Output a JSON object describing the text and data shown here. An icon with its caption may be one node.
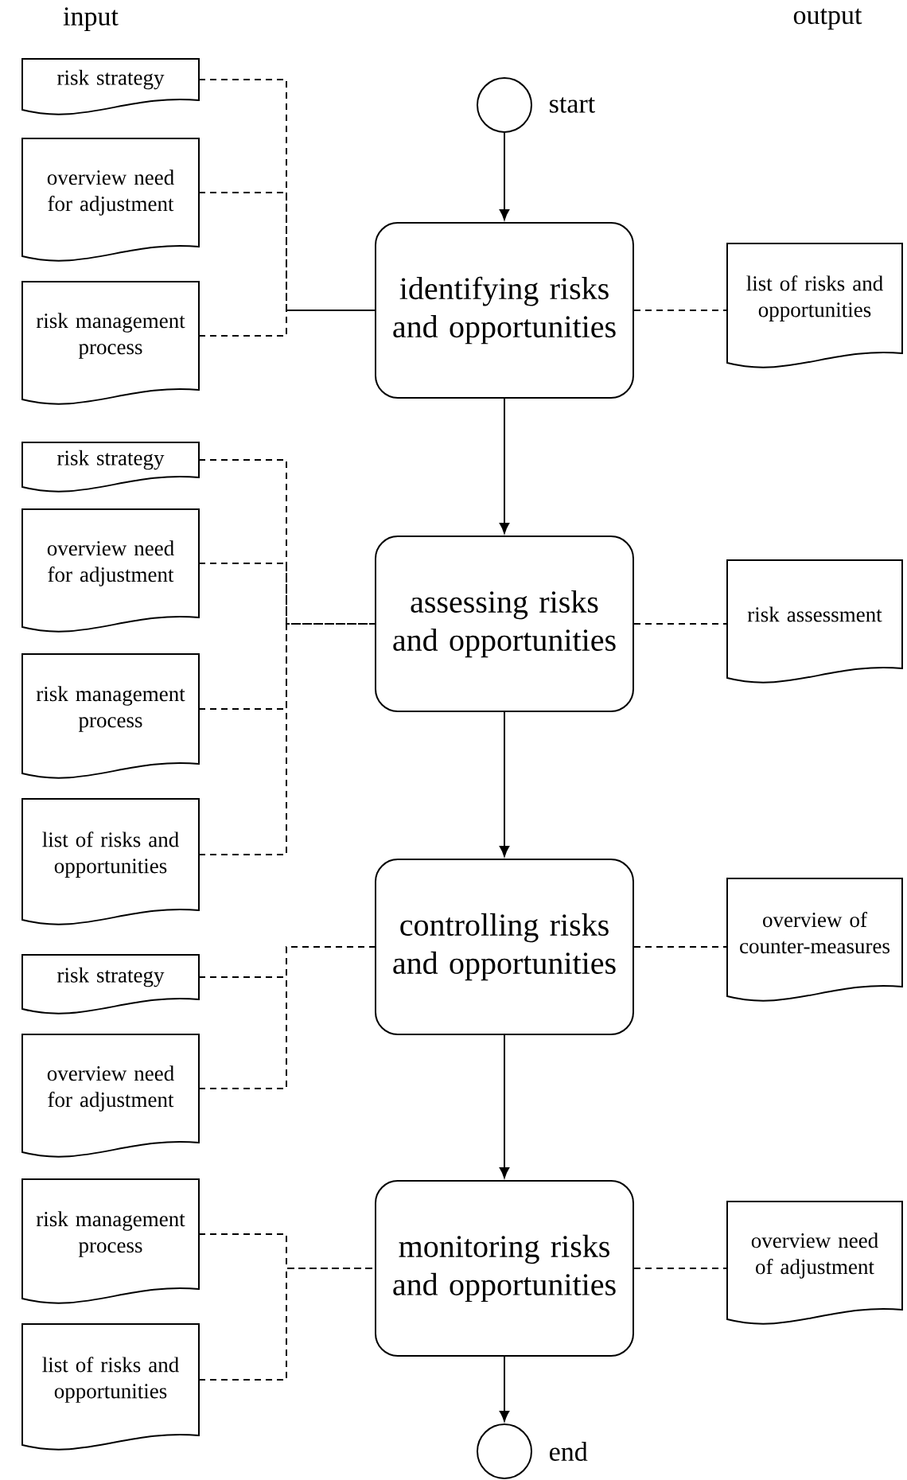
{
  "diagram": {
    "nodes": [
      {
        "text": [],
        "shape": "circle",
        "beside": [
          "start"
        ]
      },
      {
        "text": [
          "risk strategy"
        ]
      },
      {
        "text": [
          "overview need for adjustment"
        ]
      },
      {
        "text": [
          "risk management process"
        ]
      },
      {
        "text": [
          "identifying risks and opportunities"
        ]
      },
      {
        "text": [
          "list of risks and opportunities"
        ]
      },
      {
        "text": [
          "risk strategy"
        ]
      },
      {
        "text": [
          "overview need for adjustment"
        ]
      },
      {
        "text": [
          "risk management process"
        ]
      },
      {
        "text": [
          "list of risks and opportunities"
        ]
      },
      {
        "text": [
          "assessing risks and opportunities"
        ]
      },
      {
        "text": [
          "risk assessment"
        ]
      },
      {
        "text": [
          "risk strategy"
        ]
      },
      {
        "text": [
          "overview need for adjustment"
        ]
      },
      {
        "text": [
          "controlling risks and opportunities"
        ]
      },
      {
        "text": [
          "overview of counter-measures"
        ]
      },
      {
        "text": [
          "risk management process"
        ]
      },
      {
        "text": [
          "list of risks and opportunities"
        ]
      },
      {
        "text": [
          "monitoring risks and opportunities"
        ]
      },
      {
        "text": [
          "overview need of adjustment"
        ]
      },
      {
        "text": [],
        "shape": "circle",
        "beside": [
          "end"
        ]
      }
    ],
    "edges": [
      {
        "from": 0,
        "to": 4,
        "arrow": "to"
      },
      {
        "from": 1,
        "to": 4,
        "arrow": "none",
        "style": "dashed"
      },
      {
        "from": 2,
        "to": 4,
        "arrow": "none",
        "style": "dashed"
      },
      {
        "from": 3,
        "to": 4,
        "arrow": "none",
        "style": "dashed"
      },
      {
        "from": 4,
        "to": 5,
        "arrow": "none",
        "style": "dashed"
      },
      {
        "from": 4,
        "to": 10,
        "arrow": "to"
      },
      {
        "from": 6,
        "to": 10,
        "arrow": "none",
        "style": "dashed"
      },
      {
        "from": 7,
        "to": 10,
        "arrow": "none",
        "style": "dashed"
      },
      {
        "from": 8,
        "to": 10,
        "arrow": "none",
        "style": "dashed"
      },
      {
        "from": 9,
        "to": 10,
        "arrow": "none",
        "style": "dashed"
      },
      {
        "from": 10,
        "to": 11,
        "arrow": "none",
        "style": "dashed"
      },
      {
        "from": 10,
        "to": 14,
        "arrow": "to"
      },
      {
        "from": 12,
        "to": 14,
        "arrow": "none",
        "style": "dashed"
      },
      {
        "from": 13,
        "to": 14,
        "arrow": "none",
        "style": "dashed"
      },
      {
        "from": 14,
        "to": 15,
        "arrow": "none",
        "style": "dashed"
      },
      {
        "from": 14,
        "to": 18,
        "arrow": "to"
      },
      {
        "from": 16,
        "to": 18,
        "arrow": "none",
        "style": "dashed"
      },
      {
        "from": 17,
        "to": 18,
        "arrow": "none",
        "style": "dashed"
      },
      {
        "from": 18,
        "to": 19,
        "arrow": "none",
        "style": "dashed"
      },
      {
        "from": 18,
        "to": 20,
        "arrow": "to"
      }
    ],
    "labels": [
      "input",
      "output"
    ]
  }
}
